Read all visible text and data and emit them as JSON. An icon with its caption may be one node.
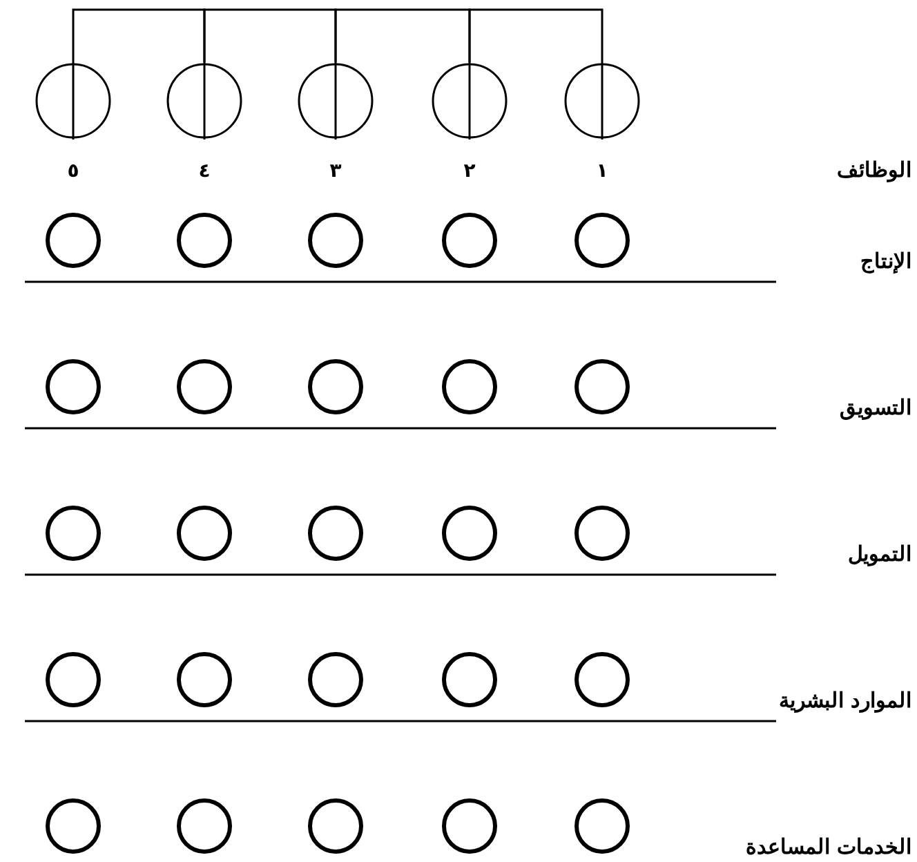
{
  "diagram": {
    "nodes": [
      {
        "text": [],
        "shape": "circle",
        "beside": [
          "٥"
        ]
      },
      {
        "text": [],
        "shape": "circle",
        "beside": [
          "٤"
        ]
      },
      {
        "text": [],
        "shape": "circle",
        "beside": [
          "٣"
        ]
      },
      {
        "text": [],
        "shape": "circle",
        "beside": [
          "٢"
        ]
      },
      {
        "text": [],
        "shape": "circle",
        "beside": [
          "١"
        ]
      },
      {
        "text": [],
        "shape": "circle"
      },
      {
        "text": [],
        "shape": "circle"
      },
      {
        "text": [],
        "shape": "circle"
      },
      {
        "text": [],
        "shape": "circle"
      },
      {
        "text": [],
        "shape": "circle"
      },
      {
        "text": [],
        "shape": "circle"
      },
      {
        "text": [],
        "shape": "circle"
      },
      {
        "text": [],
        "shape": "circle"
      },
      {
        "text": [],
        "shape": "circle"
      },
      {
        "text": [],
        "shape": "circle"
      },
      {
        "text": [],
        "shape": "circle"
      },
      {
        "text": [],
        "shape": "circle"
      },
      {
        "text": [],
        "shape": "circle"
      },
      {
        "text": [],
        "shape": "circle"
      },
      {
        "text": [],
        "shape": "circle"
      },
      {
        "text": [],
        "shape": "circle"
      },
      {
        "text": [],
        "shape": "circle"
      },
      {
        "text": [],
        "shape": "circle"
      },
      {
        "text": [],
        "shape": "circle"
      },
      {
        "text": [],
        "shape": "circle"
      },
      {
        "text": [],
        "shape": "circle"
      },
      {
        "text": [],
        "shape": "circle"
      },
      {
        "text": [],
        "shape": "circle"
      },
      {
        "text": [],
        "shape": "circle"
      },
      {
        "text": [],
        "shape": "circle"
      }
    ],
    "edges": [
      {
        "from": 0,
        "to": 1,
        "arrow": "none"
      },
      {
        "from": 1,
        "to": 2,
        "arrow": "none"
      },
      {
        "from": 2,
        "to": 3,
        "arrow": "none"
      },
      {
        "from": 3,
        "to": 4,
        "arrow": "none"
      }
    ],
    "labels": [
      "الوظائف",
      "الإنتاج",
      "التسويق",
      "التمويل",
      "الموارد البشرية",
      "الخدمات المساعدة"
    ]
  }
}
